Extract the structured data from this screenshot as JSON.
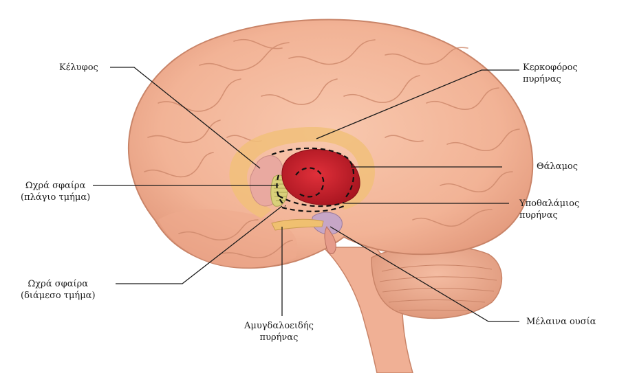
{
  "labels": {
    "putamen": {
      "line1": "Κέλυφος"
    },
    "caudate": {
      "line1": "Κερκοφόρος",
      "line2": "πυρήνας"
    },
    "thalamus": {
      "line1": "Θάλαμος"
    },
    "gp_lateral": {
      "line1": "Ωχρά σφαίρα",
      "line2": "(πλάγιο τμήμα)"
    },
    "subthalamic": {
      "line1": "Υποθαλάμιος",
      "line2": "πυρήνας"
    },
    "gp_medial": {
      "line1": "Ωχρά σφαίρα",
      "line2": "(διάμεσο τμήμα)"
    },
    "amygdala": {
      "line1": "Αμυγδαλοειδής",
      "line2": "πυρήνας"
    },
    "substantia_nigra": {
      "line1": "Μέλαινα ουσία"
    }
  },
  "colors": {
    "brain_fill": "#f3b79c",
    "brain_shadow": "#d98f74",
    "gyri_lines": "#cf8a6d",
    "caudate": "#f1c07a",
    "thalamus": "#c81f2a",
    "putamen": "#e9a9a0",
    "globus_pallidus": "#d9d07a",
    "substantia_nigra": "#c6a6c6",
    "leader_lines": "#1a1a1a"
  }
}
